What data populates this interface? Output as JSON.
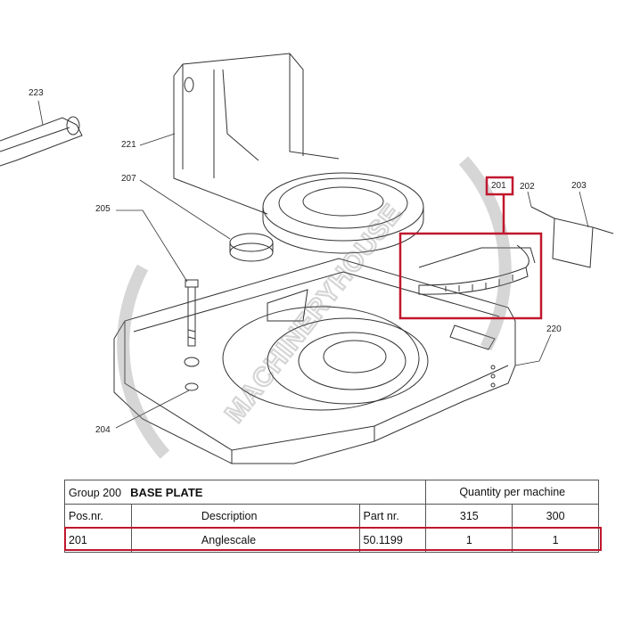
{
  "drawing": {
    "watermark": "MACHINERYHOUSE",
    "callouts": {
      "c223": "223",
      "c221": "221",
      "c207": "207",
      "c205": "205",
      "c204": "204",
      "c201": "201",
      "c202": "202",
      "c203": "203",
      "c220": "220"
    },
    "highlight_color": "#c0172d"
  },
  "table": {
    "group": "Group 200",
    "group_title": "BASE PLATE",
    "quantity_header": "Quantity per machine",
    "columns": {
      "pos": "Pos.nr.",
      "description": "Description",
      "part": "Part nr.",
      "q1": "315",
      "q2": "300"
    },
    "rows": [
      {
        "pos": "201",
        "description": "Anglescale",
        "part": "50.1199",
        "q1": "1",
        "q2": "1"
      }
    ]
  }
}
